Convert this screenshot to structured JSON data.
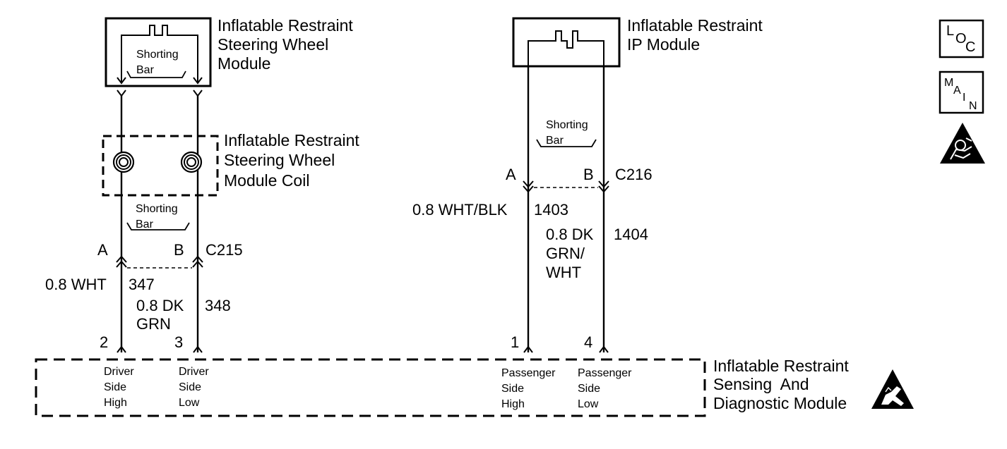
{
  "steering_module": {
    "title_lines": [
      "Inflatable Restraint",
      "Steering Wheel",
      "Module"
    ],
    "shorting_bar_lines": [
      "Shorting",
      "Bar"
    ]
  },
  "coil": {
    "title_lines": [
      "Inflatable Restraint",
      "Steering Wheel",
      "Module Coil"
    ],
    "shorting_bar_lines": [
      "Shorting",
      "Bar"
    ]
  },
  "c215": {
    "connector": "C215",
    "pin_a": "A",
    "pin_b": "B",
    "wire_a": {
      "gauge_color": "0.8 WHT",
      "circuit": "347"
    },
    "wire_b": {
      "gauge_color_lines": [
        "0.8 DK",
        "GRN"
      ],
      "circuit": "348"
    }
  },
  "ip_module": {
    "title_lines": [
      "Inflatable Restraint",
      "IP Module"
    ],
    "shorting_bar_lines": [
      "Shorting",
      "Bar"
    ]
  },
  "c216": {
    "connector": "C216",
    "pin_a": "A",
    "pin_b": "B",
    "wire_a": {
      "gauge_color": "0.8 WHT/BLK",
      "circuit": "1403"
    },
    "wire_b": {
      "gauge_color_lines": [
        "0.8 DK",
        "GRN/",
        "WHT"
      ],
      "circuit": "1404"
    }
  },
  "sdm": {
    "title_lines": [
      "Inflatable Restraint",
      "Sensing  And",
      "Diagnostic Module"
    ],
    "pins": [
      {
        "number": "2",
        "label_lines": [
          "Driver",
          "Side",
          "High"
        ]
      },
      {
        "number": "3",
        "label_lines": [
          "Driver",
          "Side",
          "Low"
        ]
      },
      {
        "number": "1",
        "label_lines": [
          "Passenger",
          "Side",
          "High"
        ]
      },
      {
        "number": "4",
        "label_lines": [
          "Passenger",
          "Side",
          "Low"
        ]
      }
    ]
  },
  "icons": {
    "loc": {
      "letters": [
        "L",
        "O",
        "C"
      ],
      "icon": "loc-icon"
    },
    "main": {
      "letters": [
        "M",
        "A",
        "I",
        "N"
      ],
      "icon": "main-icon"
    },
    "airbag": {
      "icon": "airbag-warning-icon"
    },
    "esd": {
      "icon": "esd-warning-icon"
    }
  },
  "colors": {
    "ink": "#000000",
    "background": "#ffffff"
  }
}
